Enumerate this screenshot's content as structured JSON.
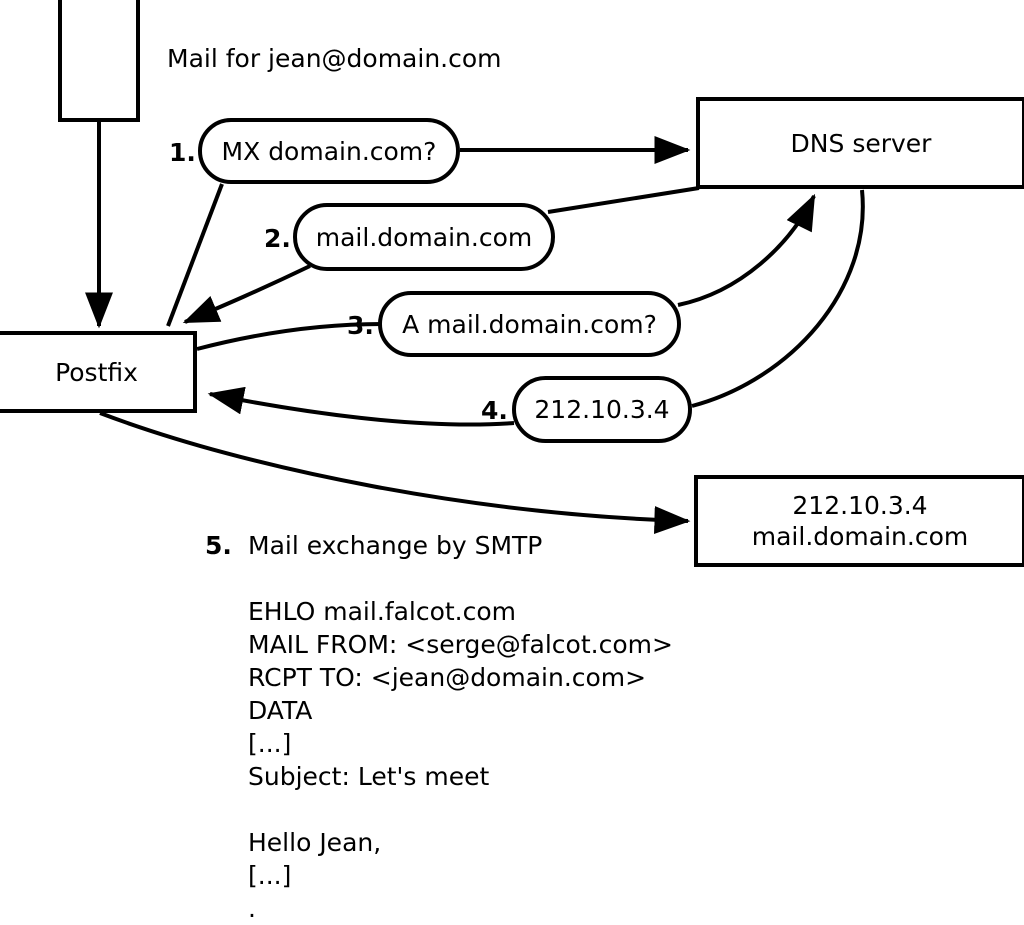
{
  "diagram": {
    "title": "Mail for jean@domain.com",
    "nodes": {
      "client": {
        "label": ""
      },
      "postfix": {
        "label": "Postfix"
      },
      "dns": {
        "label": "DNS server"
      },
      "target": {
        "line1": "212.10.3.4",
        "line2": "mail.domain.com"
      }
    },
    "steps": [
      {
        "num": "1.",
        "message": "MX domain.com?"
      },
      {
        "num": "2.",
        "message": "mail.domain.com"
      },
      {
        "num": "3.",
        "message": "A mail.domain.com?"
      },
      {
        "num": "4.",
        "message": "212.10.3.4"
      },
      {
        "num": "5.",
        "message": "Mail exchange by SMTP"
      }
    ],
    "transcript": [
      "EHLO mail.falcot.com",
      "MAIL FROM: <serge@falcot.com>",
      "RCPT TO: <jean@domain.com>",
      "DATA",
      "[...]",
      "Subject: Let's meet",
      "",
      "Hello Jean,",
      "[...]",
      "."
    ],
    "colors": {
      "stroke": "#000000",
      "fill": "#ffffff"
    }
  }
}
